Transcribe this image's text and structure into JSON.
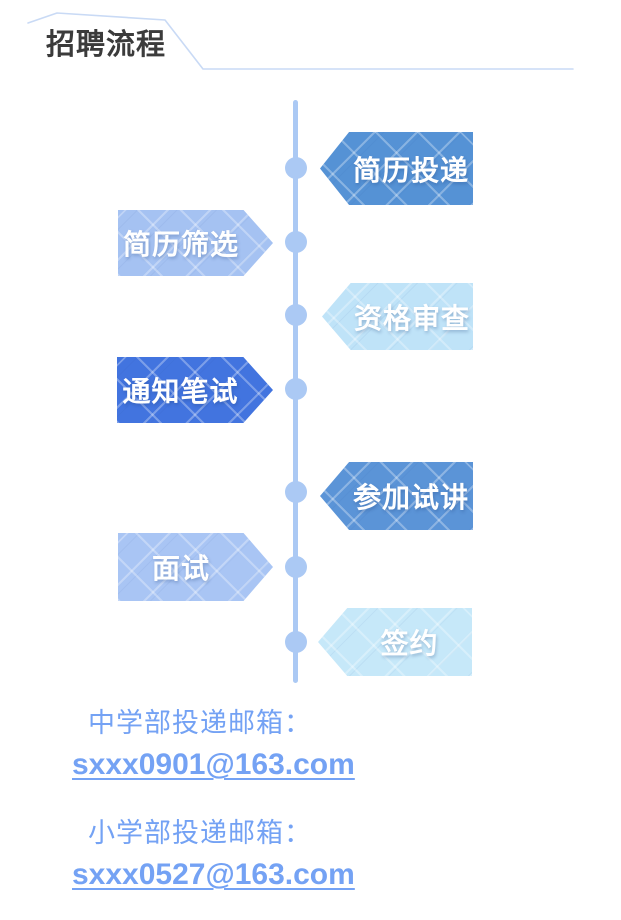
{
  "header": {
    "title": "招聘流程",
    "title_color": "#3b3b3b",
    "line_color": "#c9daf5"
  },
  "flow": {
    "timeline_color": "#abc9f4",
    "steps": [
      {
        "label": "简历投递",
        "side": "right",
        "color": "#5592d5"
      },
      {
        "label": "简历筛选",
        "side": "left",
        "color": "#a5c2f2"
      },
      {
        "label": "资格审查",
        "side": "right",
        "color": "#bfe3f8"
      },
      {
        "label": "通知笔试",
        "side": "left",
        "color": "#4274df"
      },
      {
        "label": "参加试讲",
        "side": "right",
        "color": "#5b94d7"
      },
      {
        "label": "面试",
        "side": "left",
        "color": "#a9c5f4"
      },
      {
        "label": "签约",
        "side": "right",
        "color": "#c6e8f9"
      }
    ]
  },
  "footer": {
    "text_color": "#74a2f4",
    "sections": [
      {
        "label": "中学部投递邮箱：",
        "email": "sxxx0901@163.com"
      },
      {
        "label": "小学部投递邮箱：",
        "email": "sxxx0527@163.com"
      }
    ]
  }
}
